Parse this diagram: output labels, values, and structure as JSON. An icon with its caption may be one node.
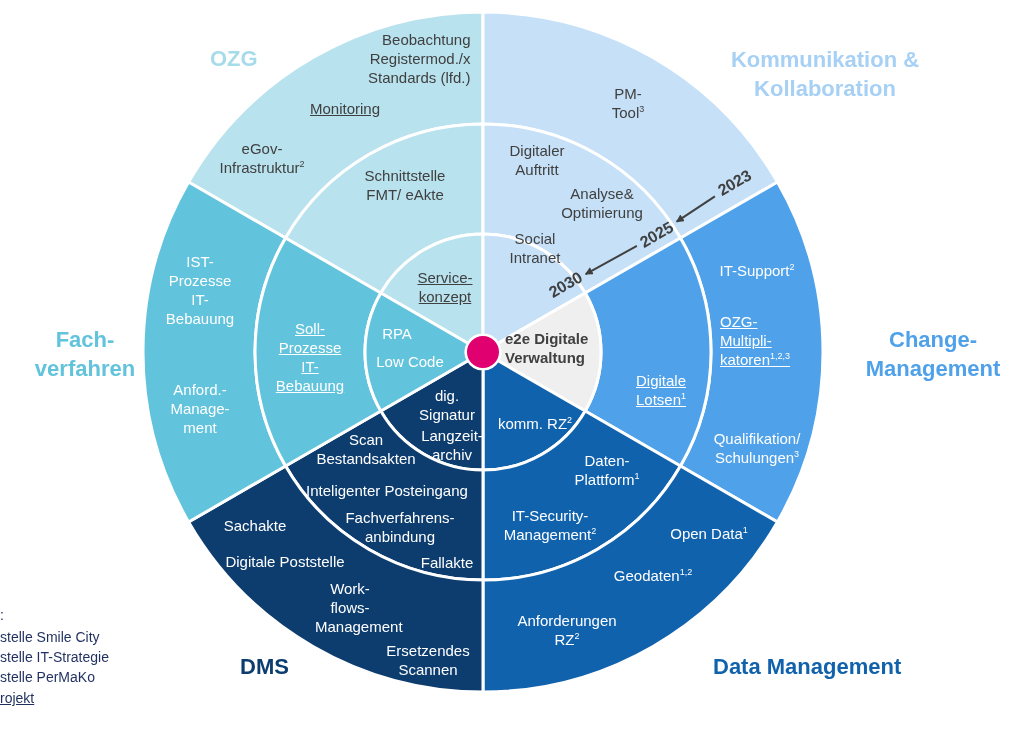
{
  "diagram": {
    "nodes": [
      {
        "text": [
          "Beobachtung Registermod./x Standards (lfd.)",
          "Monitoring",
          "eGov- Infrastruktur$^{2}$"
        ]
      },
      {
        "text": [
          "Schnittstelle FMT/ eAkte"
        ]
      },
      {
        "text": [
          "Service- konzept"
        ]
      },
      {
        "text": [
          "PM- Tool$^{3}$"
        ]
      },
      {
        "text": [
          "Digitaler Auftritt",
          "Analyse& Optimierung"
        ]
      },
      {
        "text": [
          "Social Intranet"
        ]
      },
      {
        "text": [
          "IT-Support$^{2}$",
          "OZG- Multipli- katoren$^{1,2,3}$",
          "Qualifikation/ Schulungen$^{3}$"
        ]
      },
      {
        "text": [
          "Digitale Lotsen$^{1}$"
        ]
      },
      {
        "text": [
          "e2e Digitale Verwaltung"
        ]
      },
      {
        "text": [
          "komm. RZ$^{2}$"
        ]
      },
      {
        "text": [
          "Daten- Plattform$^{1}$",
          "IT-Security- Management$^{2}$"
        ]
      },
      {
        "text": [
          "Open Data$^{1}$",
          "Geodaten$^{1,2}$",
          "Anforderungen RZ$^{2}$"
        ]
      },
      {
        "text": [
          "dig. Signatur",
          "Langzeit- archiv"
        ]
      },
      {
        "text": [
          "Scan Bestandsakten",
          "Inteligenter Posteingang",
          "Fachverfahrens- anbindung",
          "Fallakte"
        ]
      },
      {
        "text": [
          "Sachakte",
          "Digitale Poststelle",
          "Work- flows- Management",
          "Ersetzendes Scannen"
        ]
      },
      {
        "text": [
          "IST- Prozesse IT- Bebauung",
          "Anford.- Manage- ment"
        ]
      },
      {
        "text": [
          "Soll- Prozesse IT- Bebauung"
        ]
      },
      {
        "text": [
          "RPA",
          "Low Code"
        ]
      },
      {
        "text": [
          "2023"
        ],
        "in": 3
      },
      {
        "text": [
          "2025"
        ],
        "in": 4
      },
      {
        "text": [
          "2030"
        ],
        "in": 5
      }
    ],
    "edges": [
      {
        "from": 18,
        "to": 19,
        "arrow": "to"
      },
      {
        "from": 19,
        "to": 20,
        "arrow": "to"
      }
    ],
    "labels": [
      "OZG",
      "Kommunikation & Kollaboration",
      "Fach- verfahren",
      "Change- Management",
      ":",
      "stelle Smile City",
      "stelle IT-Strategie",
      "stelle PerMaKo",
      "rojekt",
      "DMS",
      "Data Management"
    ]
  }
}
